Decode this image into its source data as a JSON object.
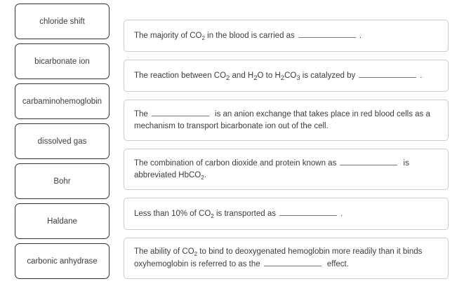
{
  "activity": {
    "type": "drag-and-drop-fill-in-the-blank",
    "background_color": "#ffffff",
    "tile_border_color": "#333333",
    "card_border_color": "#cccccc",
    "text_color": "#3d3d3d"
  },
  "terms": [
    {
      "label": "chloride shift"
    },
    {
      "label": "bicarbonate ion"
    },
    {
      "label": "carbaminohemoglobin"
    },
    {
      "label": "dissolved gas"
    },
    {
      "label": "Bohr"
    },
    {
      "label": "Haldane"
    },
    {
      "label": "carbonic anhydrase"
    }
  ],
  "prompts": [
    {
      "id": "prompt-1",
      "segments": [
        {
          "t": "text",
          "v": "The majority of CO"
        },
        {
          "t": "sub",
          "v": "2"
        },
        {
          "t": "text",
          "v": " in the blood is carried as"
        },
        {
          "t": "blank",
          "v": ""
        },
        {
          "t": "text",
          "v": "."
        }
      ],
      "plain": "The majority of CO2 in the blood is carried as ______ ."
    },
    {
      "id": "prompt-2",
      "segments": [
        {
          "t": "text",
          "v": "The reaction between CO"
        },
        {
          "t": "subdeep",
          "v": "2"
        },
        {
          "t": "text",
          "v": " and H"
        },
        {
          "t": "subdeep",
          "v": "2"
        },
        {
          "t": "text",
          "v": "O to H"
        },
        {
          "t": "subdeep",
          "v": "2"
        },
        {
          "t": "text",
          "v": "CO"
        },
        {
          "t": "subdeep",
          "v": "3"
        },
        {
          "t": "text",
          "v": " is catalyzed by"
        },
        {
          "t": "blank",
          "v": ""
        },
        {
          "t": "text",
          "v": "."
        }
      ],
      "plain": "The reaction between CO2 and H2O to H2CO3 is catalyzed by ______ ."
    },
    {
      "id": "prompt-3",
      "segments": [
        {
          "t": "text",
          "v": "The"
        },
        {
          "t": "blank",
          "v": ""
        },
        {
          "t": "text",
          "v": " is an anion exchange that takes place in red blood cells as a mechanism to transport bicarbonate ion out of the cell."
        }
      ],
      "plain": "The ______ is an anion exchange that takes place in red blood cells as a mechanism to transport bicarbonate ion out of the cell."
    },
    {
      "id": "prompt-4",
      "segments": [
        {
          "t": "text",
          "v": "The combination of carbon dioxide and protein known as"
        },
        {
          "t": "blank",
          "v": ""
        },
        {
          "t": "text",
          "v": " is abbreviated HbCO"
        },
        {
          "t": "sub",
          "v": "2"
        },
        {
          "t": "text",
          "v": "."
        }
      ],
      "plain": "The combination of carbon dioxide and protein known as ______ is abbreviated HbCO2."
    },
    {
      "id": "prompt-5",
      "segments": [
        {
          "t": "text",
          "v": "Less than 10% of CO"
        },
        {
          "t": "sub",
          "v": "2"
        },
        {
          "t": "text",
          "v": " is transported as"
        },
        {
          "t": "blank",
          "v": ""
        },
        {
          "t": "text",
          "v": "."
        }
      ],
      "plain": "Less than 10% of CO2 is transported as ______ ."
    },
    {
      "id": "prompt-6",
      "segments": [
        {
          "t": "text",
          "v": "The ability of CO"
        },
        {
          "t": "sub",
          "v": "2"
        },
        {
          "t": "text",
          "v": " to bind to deoxygenated hemoglobin more readily than it binds oxyhemoglobin is referred to as the"
        },
        {
          "t": "blank",
          "v": ""
        },
        {
          "t": "text",
          "v": " effect."
        }
      ],
      "plain": "The ability of CO2 to bind to deoxygenated hemoglobin more readily than it binds oxyhemoglobin is referred to as the ______ effect."
    }
  ]
}
